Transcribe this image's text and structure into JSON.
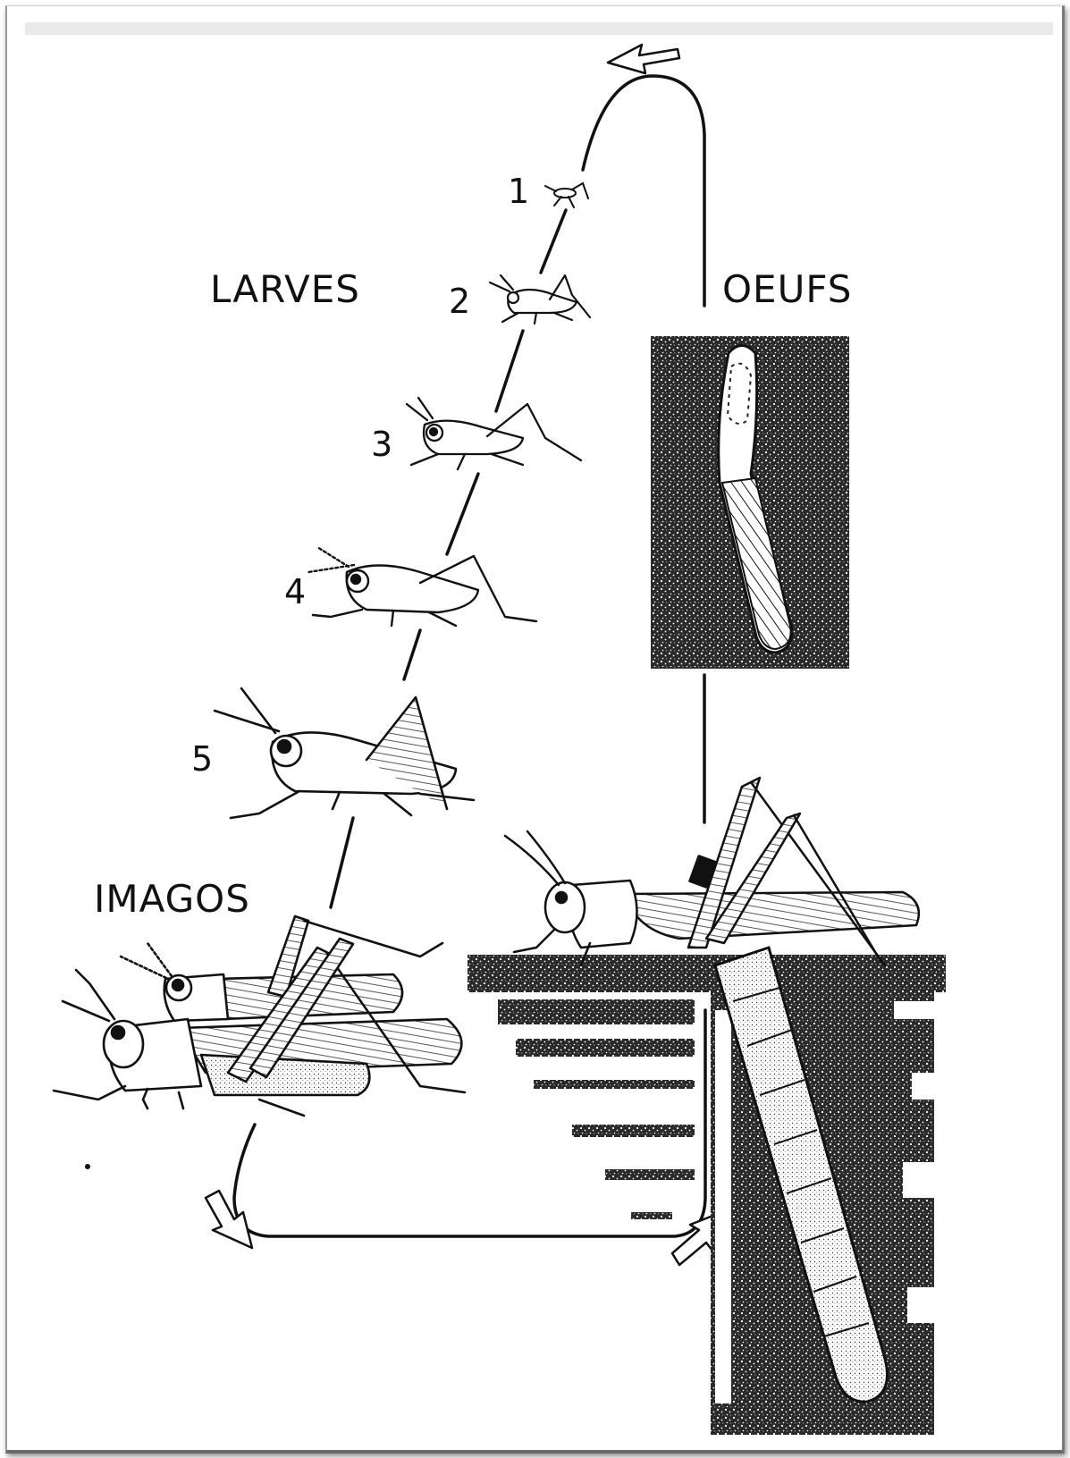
{
  "labels": {
    "larves": "LARVES",
    "oeufs": "OEUFS",
    "imagos": "IMAGOS"
  },
  "stages": [
    "1",
    "2",
    "3",
    "4",
    "5"
  ],
  "colors": {
    "ink": "#111111",
    "paper": "#ffffff",
    "soil": "#1a1a1a"
  }
}
